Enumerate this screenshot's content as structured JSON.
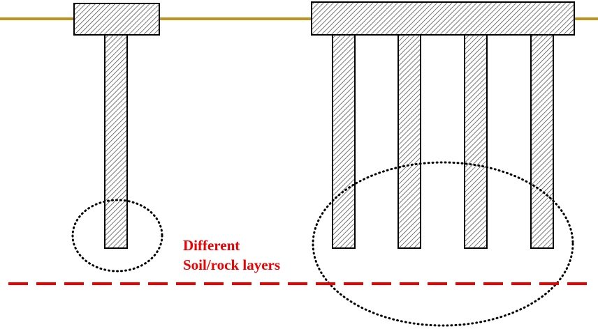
{
  "diagram": {
    "annotation": {
      "line1": "Different",
      "line2": "Soil/rock layers"
    },
    "single_pile": {
      "cap": "pile-cap",
      "piles": 1
    },
    "pile_group": {
      "cap": "pile-cap",
      "piles": 4
    }
  },
  "colors": {
    "ground_line": "#c09320",
    "layer_boundary": "#ee0000",
    "pile_outline": "#000000",
    "pile_hatch": "#555555",
    "zone_outline": "#000000",
    "caption": "#ee0000"
  },
  "icons": {
    "hatch_pattern": "diagonal-hatch"
  }
}
